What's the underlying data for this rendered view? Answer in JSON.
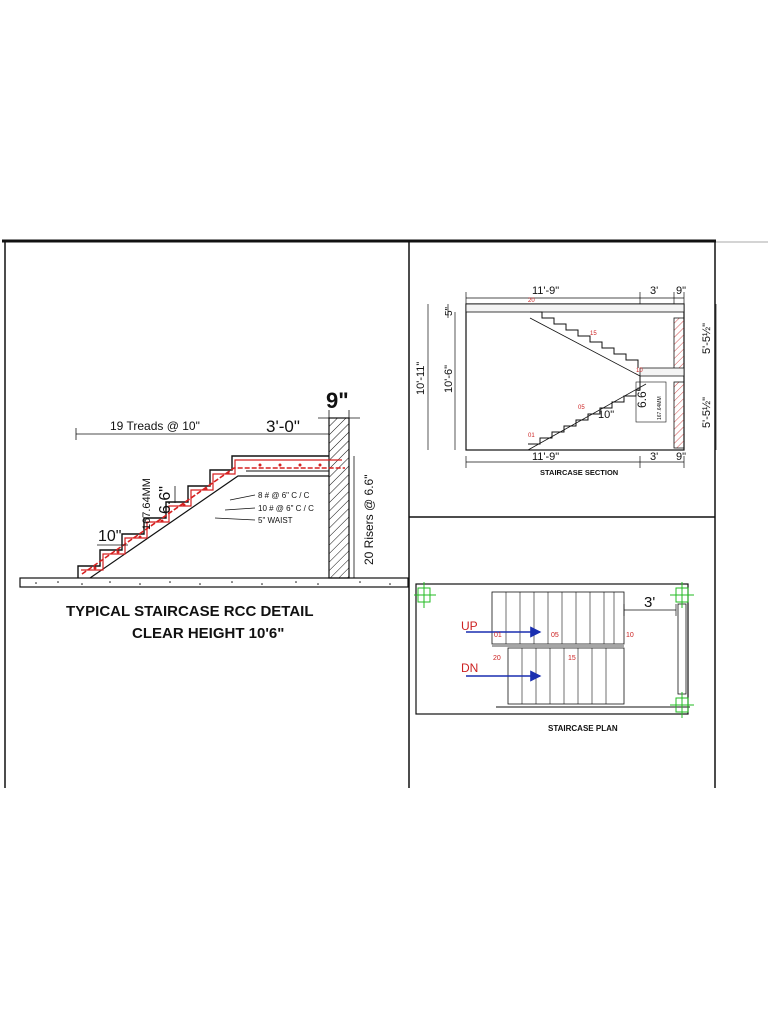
{
  "detail": {
    "treads_label": "19 Treads @ 10\"",
    "landing_dim": "3'-0\"",
    "wall_dim": "9\"",
    "height_mm": "167.64MM",
    "riser_dim": "6.6\"",
    "tread_dim": "10\"",
    "rebar_main": "8 # @ 6\" C / C",
    "rebar_dist": "10 # @ 6\" C / C",
    "waist": "5\" WAIST",
    "risers_label": "20 Risers @ 6.6\"",
    "title_line1": "TYPICAL STAIRCASE  RCC DETAIL",
    "title_line2": "CLEAR HEIGHT 10'6\""
  },
  "section": {
    "top_dim_main": "11'-9\"",
    "top_dim_land": "3'",
    "top_dim_wall": "9\"",
    "bottom_dim_main": "11'-9\"",
    "bottom_dim_land": "3'",
    "bottom_dim_wall": "9\"",
    "slab_dim": "5\"",
    "total_height": "10'-11\"",
    "clear_height": "10'-6\"",
    "right_dim_upper": "5'-5½\"",
    "right_dim_lower": "5'-5½\"",
    "step_num_top": "20",
    "step_num_15": "15",
    "step_num_10": "10",
    "step_num_05": "05",
    "step_num_01": "01",
    "riser_dim": "6.6\"",
    "mm_dim": "167.64MM",
    "tread_dim": "10\"",
    "caption": "STAIRCASE SECTION"
  },
  "plan": {
    "landing_dim": "3'",
    "up_label": "UP",
    "dn_label": "DN",
    "num_01": "01",
    "num_05": "05",
    "num_10": "10",
    "num_20": "20",
    "num_15": "15",
    "caption": "STAIRCASE PLAN"
  },
  "colors": {
    "line": "#111111",
    "rebar": "#d62020",
    "red_text": "#cc2222",
    "arrow": "#1a2fb0",
    "hatch": "#d45050",
    "column_mark": "#22bb22"
  }
}
